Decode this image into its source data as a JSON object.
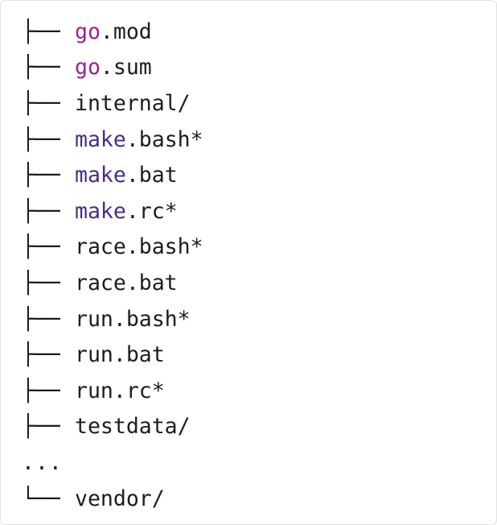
{
  "tree": {
    "items": [
      {
        "branch": "├──",
        "prefix": "go",
        "rest": ".mod",
        "prefix_color": "#a0208c"
      },
      {
        "branch": "├──",
        "prefix": "go",
        "rest": ".sum",
        "prefix_color": "#a0208c"
      },
      {
        "branch": "├──",
        "prefix": "",
        "rest": "internal/",
        "prefix_color": "#1d1d1d"
      },
      {
        "branch": "├──",
        "prefix": "make",
        "rest": ".bash*",
        "prefix_color": "#4a2a8f"
      },
      {
        "branch": "├──",
        "prefix": "make",
        "rest": ".bat",
        "prefix_color": "#4a2a8f"
      },
      {
        "branch": "├──",
        "prefix": "make",
        "rest": ".rc*",
        "prefix_color": "#4a2a8f"
      },
      {
        "branch": "├──",
        "prefix": "",
        "rest": "race.bash*",
        "prefix_color": "#1d1d1d"
      },
      {
        "branch": "├──",
        "prefix": "",
        "rest": "race.bat",
        "prefix_color": "#1d1d1d"
      },
      {
        "branch": "├──",
        "prefix": "",
        "rest": "run.bash*",
        "prefix_color": "#1d1d1d"
      },
      {
        "branch": "├──",
        "prefix": "",
        "rest": "run.bat",
        "prefix_color": "#1d1d1d"
      },
      {
        "branch": "├──",
        "prefix": "",
        "rest": "run.rc*",
        "prefix_color": "#1d1d1d"
      },
      {
        "branch": "├──",
        "prefix": "",
        "rest": "testdata/",
        "prefix_color": "#1d1d1d"
      },
      {
        "branch": "",
        "prefix": "",
        "rest": "...",
        "prefix_color": "#1d1d1d",
        "ellipsis": true
      },
      {
        "branch": "└──",
        "prefix": "",
        "rest": "vendor/",
        "prefix_color": "#1d1d1d"
      }
    ]
  }
}
